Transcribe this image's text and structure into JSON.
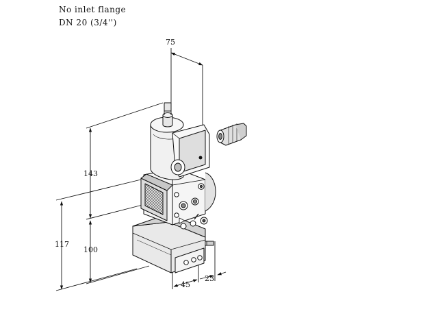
{
  "notes": {
    "line1": "No inlet flange",
    "line2": "DN 20 (3/4'')"
  },
  "dimensions": {
    "top_width": "75",
    "height_upper": "143",
    "height_lower": "100",
    "height_total": "117",
    "bottom_width": "45",
    "bottom_offset": "23"
  },
  "colors": {
    "line": "#111111",
    "body_fill": "#f2f2f2",
    "shade": "#d6d6d6",
    "dark": "#9a9a9a"
  }
}
